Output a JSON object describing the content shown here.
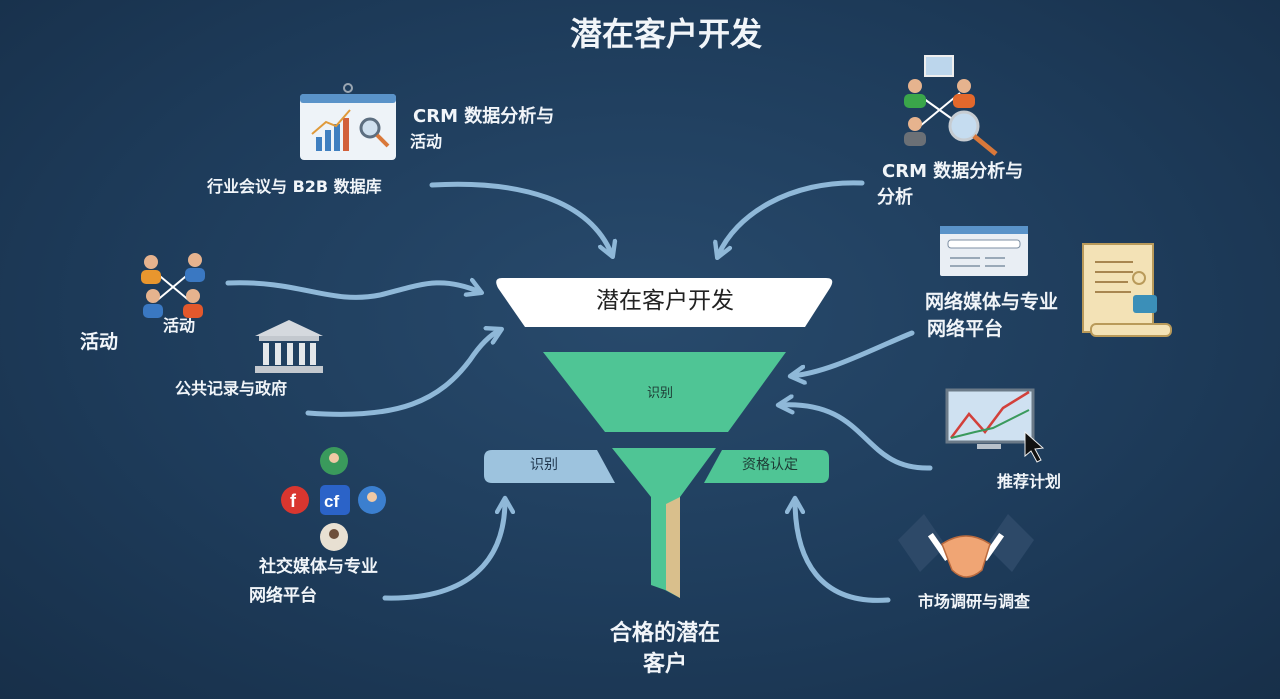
{
  "title": "潜在客户开发",
  "funnel": {
    "top_label": "潜在客户开发",
    "middle_label": "识别",
    "left_tag": "识别",
    "right_tag": "资格认定",
    "output_line1": "合格的潜在",
    "output_line2": "客户"
  },
  "sources_left": {
    "crm_activity_line1": "CRM 数据分析与",
    "crm_activity_line2": "活动",
    "conference_b2b": "行业会议与 B2B 数据库",
    "activity_small": "活动",
    "activity_large": "活动",
    "public_records": "公共记录与政府",
    "social_line1": "社交媒体与专业",
    "social_line2": "网络平台"
  },
  "sources_right": {
    "crm_analysis_line1": "CRM 数据分析与",
    "crm_analysis_line2": "分析",
    "web_media_line1": "网络媒体与专业",
    "web_media_line2": "网络平台",
    "referral": "推荐计划",
    "market_research": "市场调研与调查"
  },
  "colors": {
    "background": "#1e3c5b",
    "funnel_green": "#4fc595",
    "tag_blue": "#9dc3de",
    "arrow": "#8fb8d8",
    "stem_tan": "#d9bf8c"
  }
}
